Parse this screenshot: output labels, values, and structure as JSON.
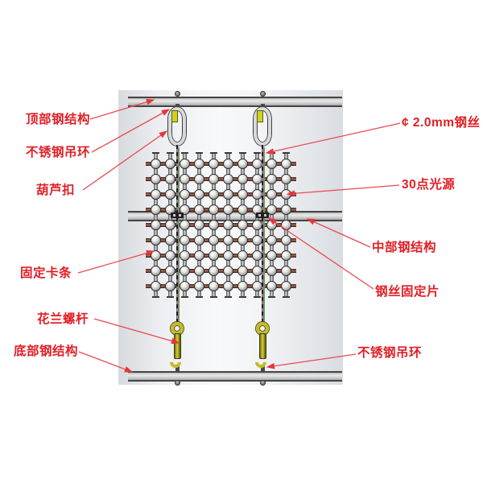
{
  "diagram": {
    "labels": [
      {
        "id": "top-structure",
        "text": "顶部钢结构"
      },
      {
        "id": "ss-ring-top",
        "text": "不锈钢吊环"
      },
      {
        "id": "hoist-buckle",
        "text": "葫芦扣"
      },
      {
        "id": "wire-diameter",
        "text": "¢ 2.0mm钢丝"
      },
      {
        "id": "light-source",
        "text": "30点光源"
      },
      {
        "id": "mid-structure",
        "text": "中部钢结构"
      },
      {
        "id": "wire-clip",
        "text": "钢丝固定片"
      },
      {
        "id": "fixing-strip",
        "text": "固定卡条"
      },
      {
        "id": "turnbuckle",
        "text": "花兰螺杆"
      },
      {
        "id": "bottom-structure",
        "text": "底部钢结构"
      },
      {
        "id": "ss-ring-bottom",
        "text": "不锈钢吊环"
      }
    ],
    "mesh": {
      "rows": 9,
      "columns": 10
    },
    "colors": {
      "label_red": "#e01f26",
      "arrow_red": "#e84a50",
      "beam_gray": "#d2d2d2",
      "turnbuckle_yellow": "#c3bd2e",
      "mesh_bar_brown": "#8a5741",
      "wire_purple": "#2e0f33",
      "wire_green": "#6a9a55"
    }
  }
}
